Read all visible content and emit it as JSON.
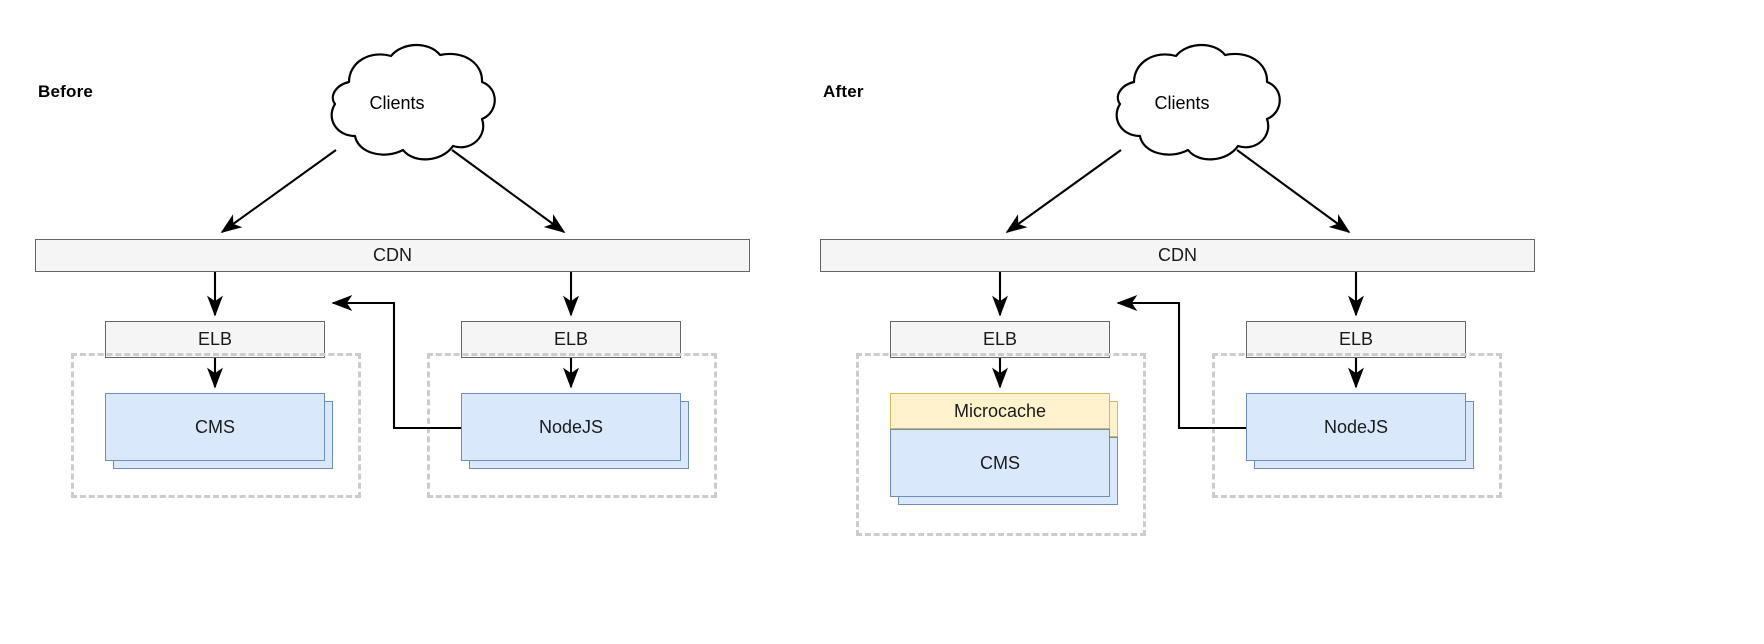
{
  "panels": [
    {
      "label": "Before",
      "cloud": "Clients",
      "cdn": "CDN",
      "elb_left": "ELB",
      "elb_right": "ELB",
      "app_left": "CMS",
      "app_right": "NodeJS",
      "cache": null
    },
    {
      "label": "After",
      "cloud": "Clients",
      "cdn": "CDN",
      "elb_left": "ELB",
      "elb_right": "ELB",
      "app_left": "CMS",
      "app_right": "NodeJS",
      "cache": "Microcache"
    }
  ],
  "colors": {
    "blue_fill": "#dae8fc",
    "blue_stroke": "#6c8ebf",
    "yellow_fill": "#fff2cc",
    "yellow_stroke": "#d6b656",
    "gray_fill": "#f5f5f5",
    "gray_stroke": "#666666",
    "dashed_stroke": "#cccccc",
    "edge_stroke": "#000000",
    "text": "#1a1a1a",
    "background": "#ffffff"
  },
  "icons": {
    "cloud": "cloud-shape",
    "arrow": "arrow-head"
  }
}
